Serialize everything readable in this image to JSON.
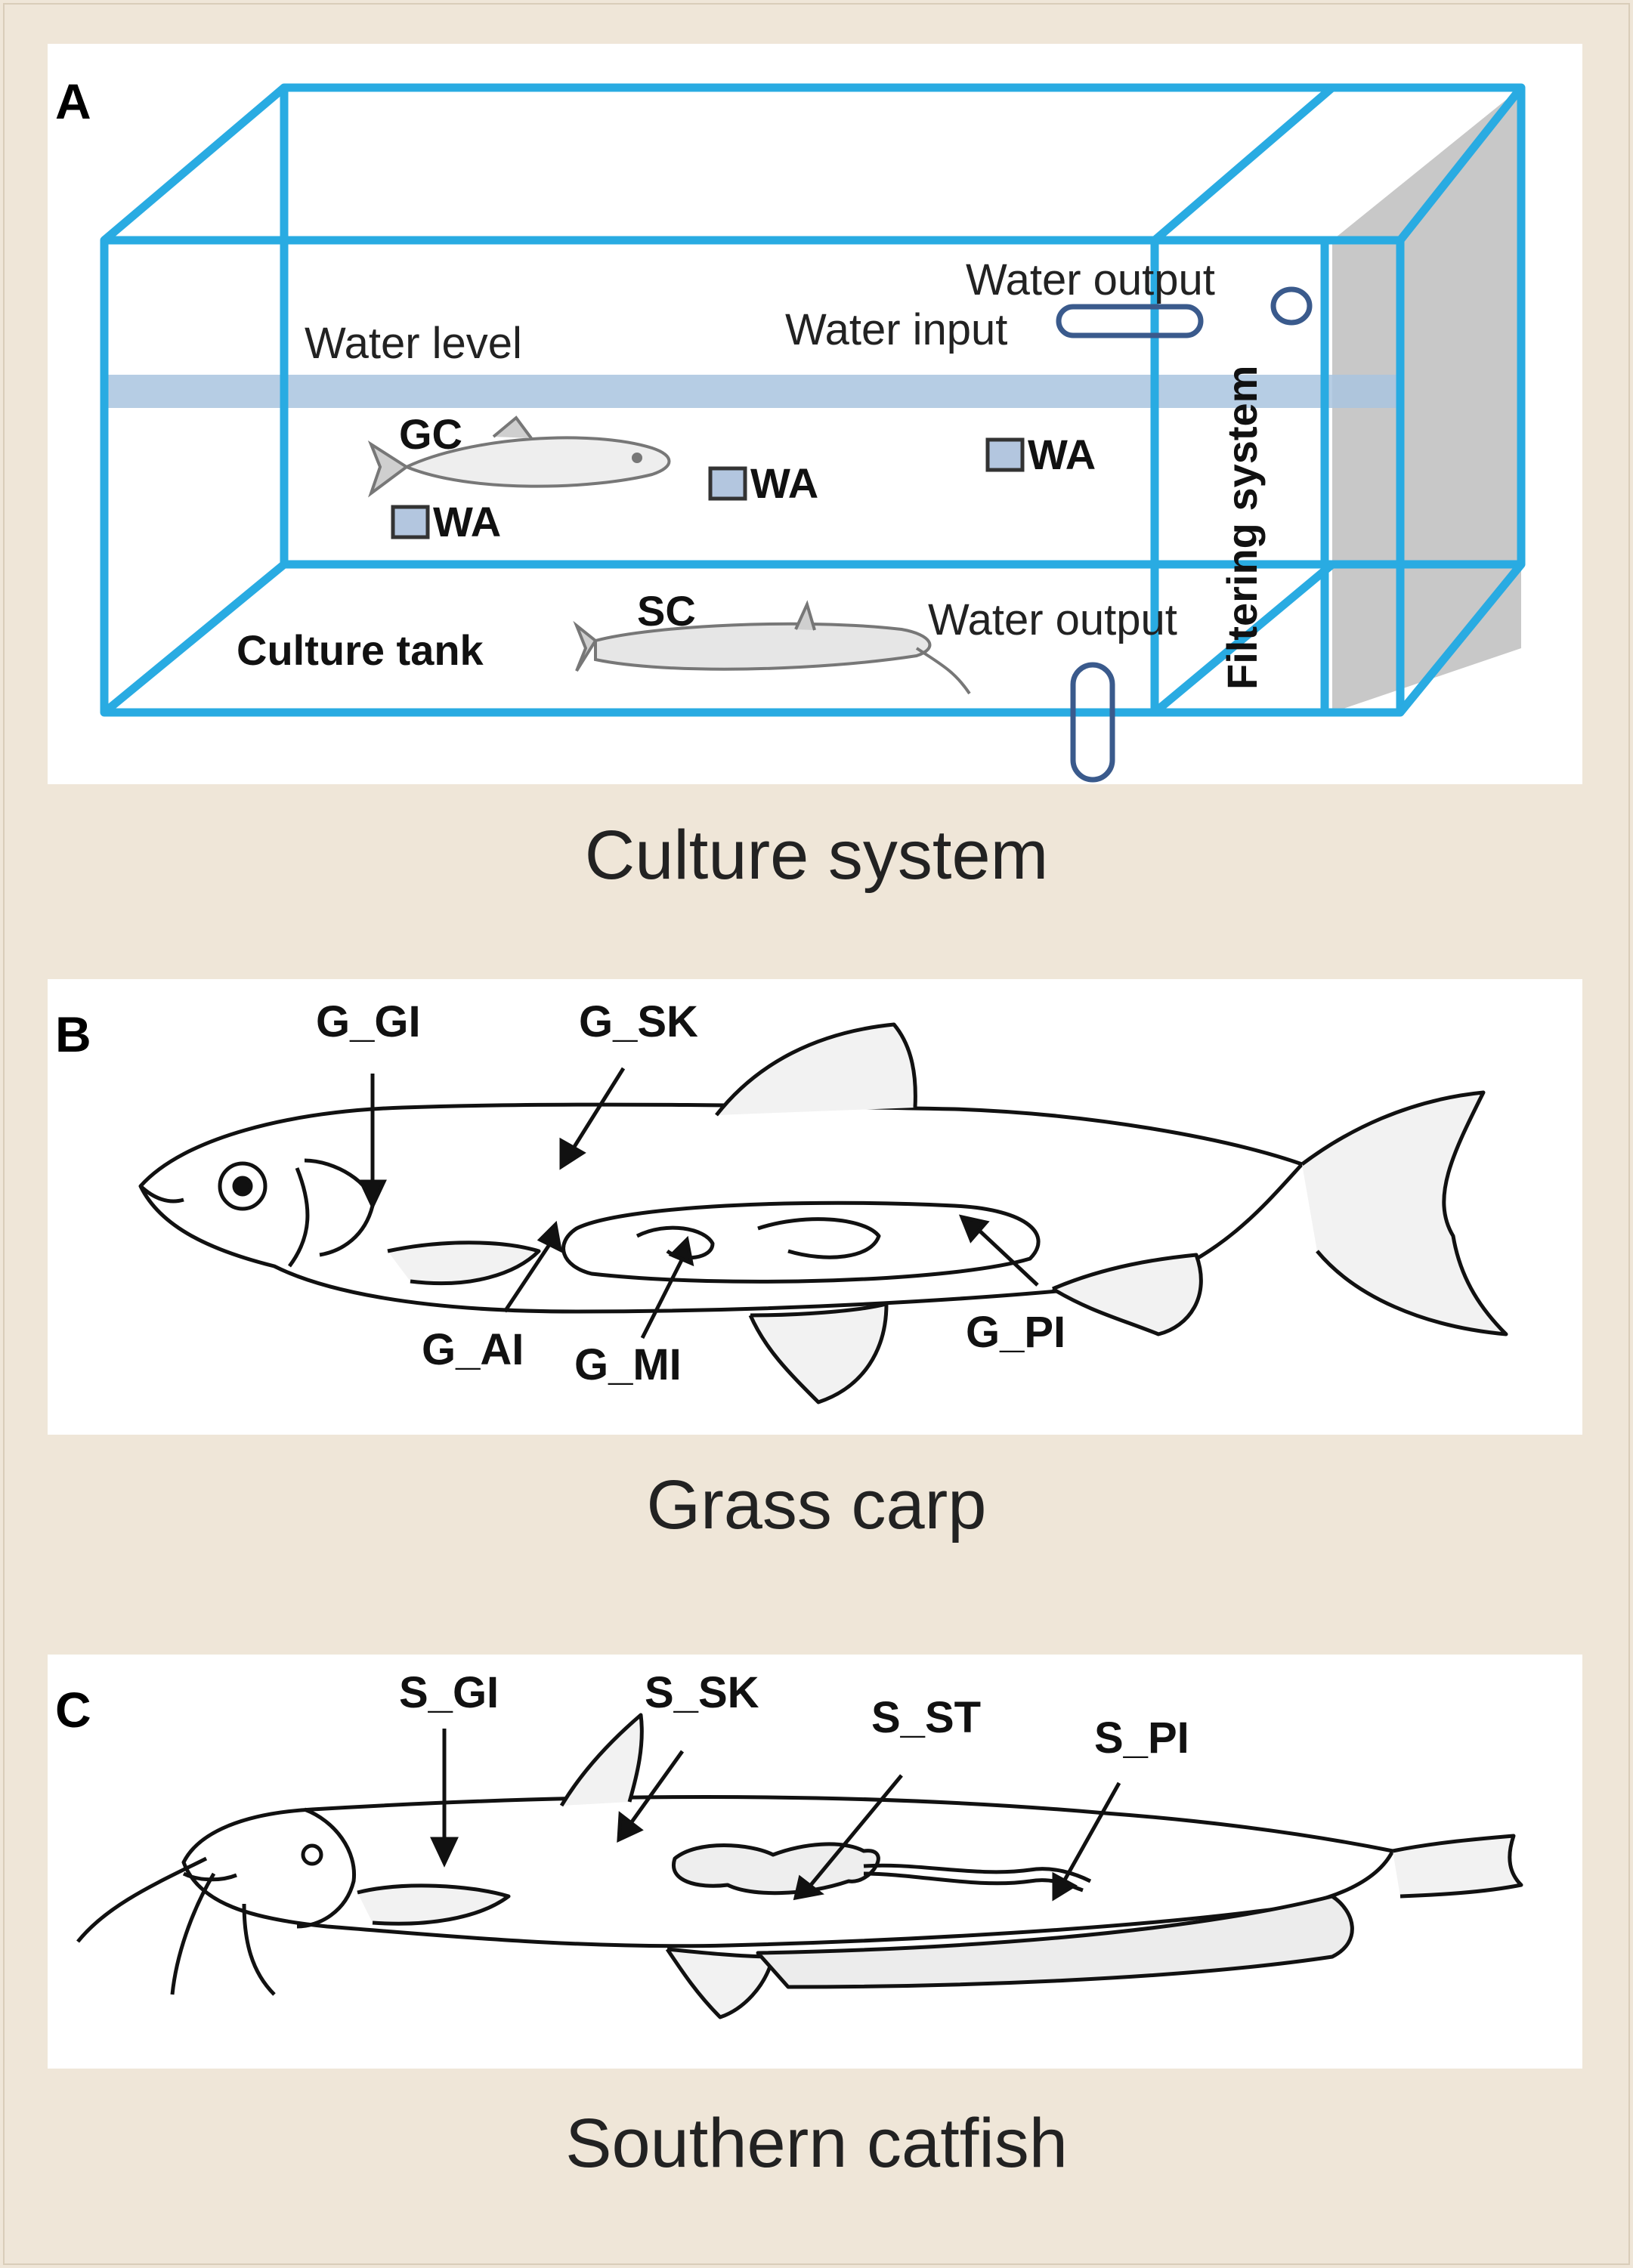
{
  "panels": {
    "a": {
      "letter": "A",
      "caption": "Culture system",
      "labels": {
        "water_output_top": "Water output",
        "water_input": "Water input",
        "water_level": "Water level",
        "filtering_system": "Filtering system",
        "gc": "GC",
        "wa_1": "WA",
        "wa_2": "WA",
        "wa_3": "WA",
        "sc": "SC",
        "water_output_bottom": "Water output",
        "culture_tank": "Culture tank"
      },
      "colors": {
        "tank_edge": "#29abe2",
        "pipe": "#3a5a8c",
        "water": "#a9c4df",
        "filter_side": "#c8c8c8"
      }
    },
    "b": {
      "letter": "B",
      "caption": "Grass carp",
      "labels": {
        "gi": "G_GI",
        "sk": "G_SK",
        "ai": "G_AI",
        "mi": "G_MI",
        "pi": "G_PI"
      }
    },
    "c": {
      "letter": "C",
      "caption": "Southern catfish",
      "labels": {
        "gi": "S_GI",
        "sk": "S_SK",
        "st": "S_ST",
        "pi": "S_PI"
      }
    }
  }
}
